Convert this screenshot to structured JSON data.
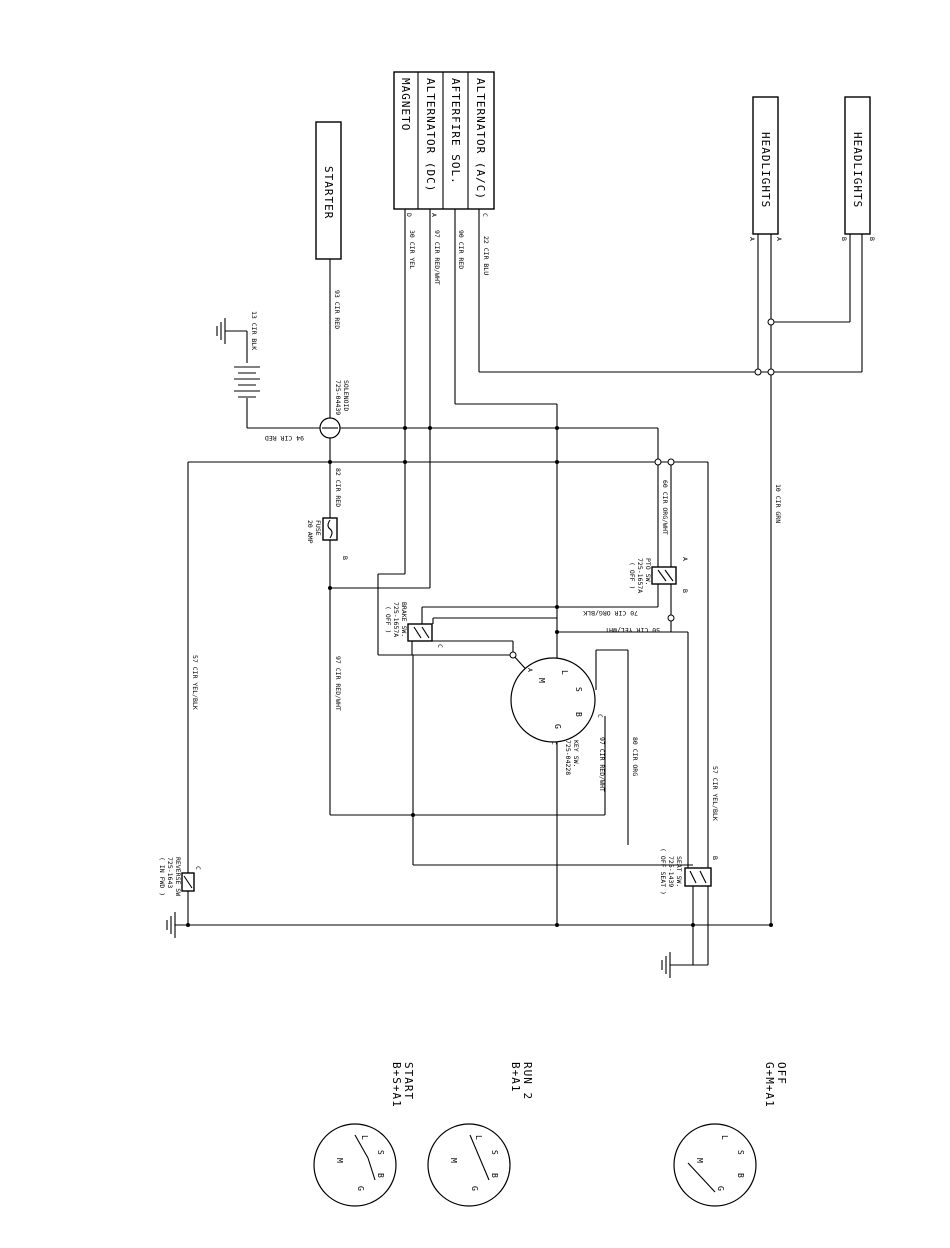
{
  "components": {
    "alternator_ac": "ALTERNATOR (A/C)",
    "afterfire_sol": "AFTERFIRE SOL.",
    "alternator_dc": "ALTERNATOR (DC)",
    "magneto": "MAGNETO",
    "starter": "STARTER",
    "headlights_1": "HEADLIGHTS",
    "headlights_2": "HEADLIGHTS",
    "solenoid": "SOLENOID",
    "solenoid_part": "725-04439",
    "fuse": "FUSE",
    "fuse_rating": "20 AMP",
    "brake_sw": "BRAKE SW.",
    "brake_part": "725-1657A",
    "brake_state": "( OFF )",
    "pto_sw": "PTO SW.",
    "pto_part": "725-1657A",
    "pto_state": "( OFF )",
    "key_sw": "KEY SW.",
    "key_part": "725-04228",
    "seat_sw": "SEAT SW.",
    "seat_part": "725-1439",
    "seat_state": "( OFF SEAT )",
    "reverse_sw": "REVERSE SW",
    "reverse_part": "725-1643",
    "reverse_state": "( IN FWD )"
  },
  "wires": {
    "w22": "22 CIR BLU",
    "w90": "90 CIR RED",
    "w97a": "97 CIR RED/WHT",
    "w30": "30 CIR YEL",
    "w93": "93 CIR RED",
    "w13": "13 CIR BLK",
    "w94": "94 CIR RED",
    "w82": "82 CIR RED",
    "w97b": "97 CIR RED/WHT",
    "w97c": "97 CIR RED/WHT",
    "w57a": "57 CIR YEL/BLK",
    "w57b": "57 CIR YEL/BLK",
    "w60": "60 CIR ORG/WHT",
    "w70": "70 CIR ORG/BLK",
    "w50": "50 CIR YEL/WHT",
    "w80": "80 CIR ORG",
    "w10": "10 CIR GRN"
  },
  "terminals": {
    "alt_ac": "C",
    "alt_sol": "",
    "alt_dc": "A",
    "mag": "D",
    "hl1_left": "A",
    "hl1_right": "A",
    "hl2_left": "B",
    "hl2_right": "B",
    "fuse_b": "B",
    "pto_a": "A",
    "pto_b": "B",
    "brake_c": "C",
    "key_l": "L",
    "key_s": "S",
    "key_m": "M",
    "key_b": "B",
    "key_g": "G",
    "key_a": "A",
    "key_c1": "C",
    "key_c2": "C",
    "seat_b": "B",
    "reverse_c": "C"
  },
  "positions": [
    {
      "title": "OFF",
      "formula": "G+M+A1"
    },
    {
      "title": "RUN 2",
      "formula": "B+A1"
    },
    {
      "title": "START",
      "formula": "B+S+A1"
    }
  ],
  "dial_letters": {
    "l": "L",
    "s": "S",
    "b": "B",
    "g": "G",
    "m": "M"
  }
}
